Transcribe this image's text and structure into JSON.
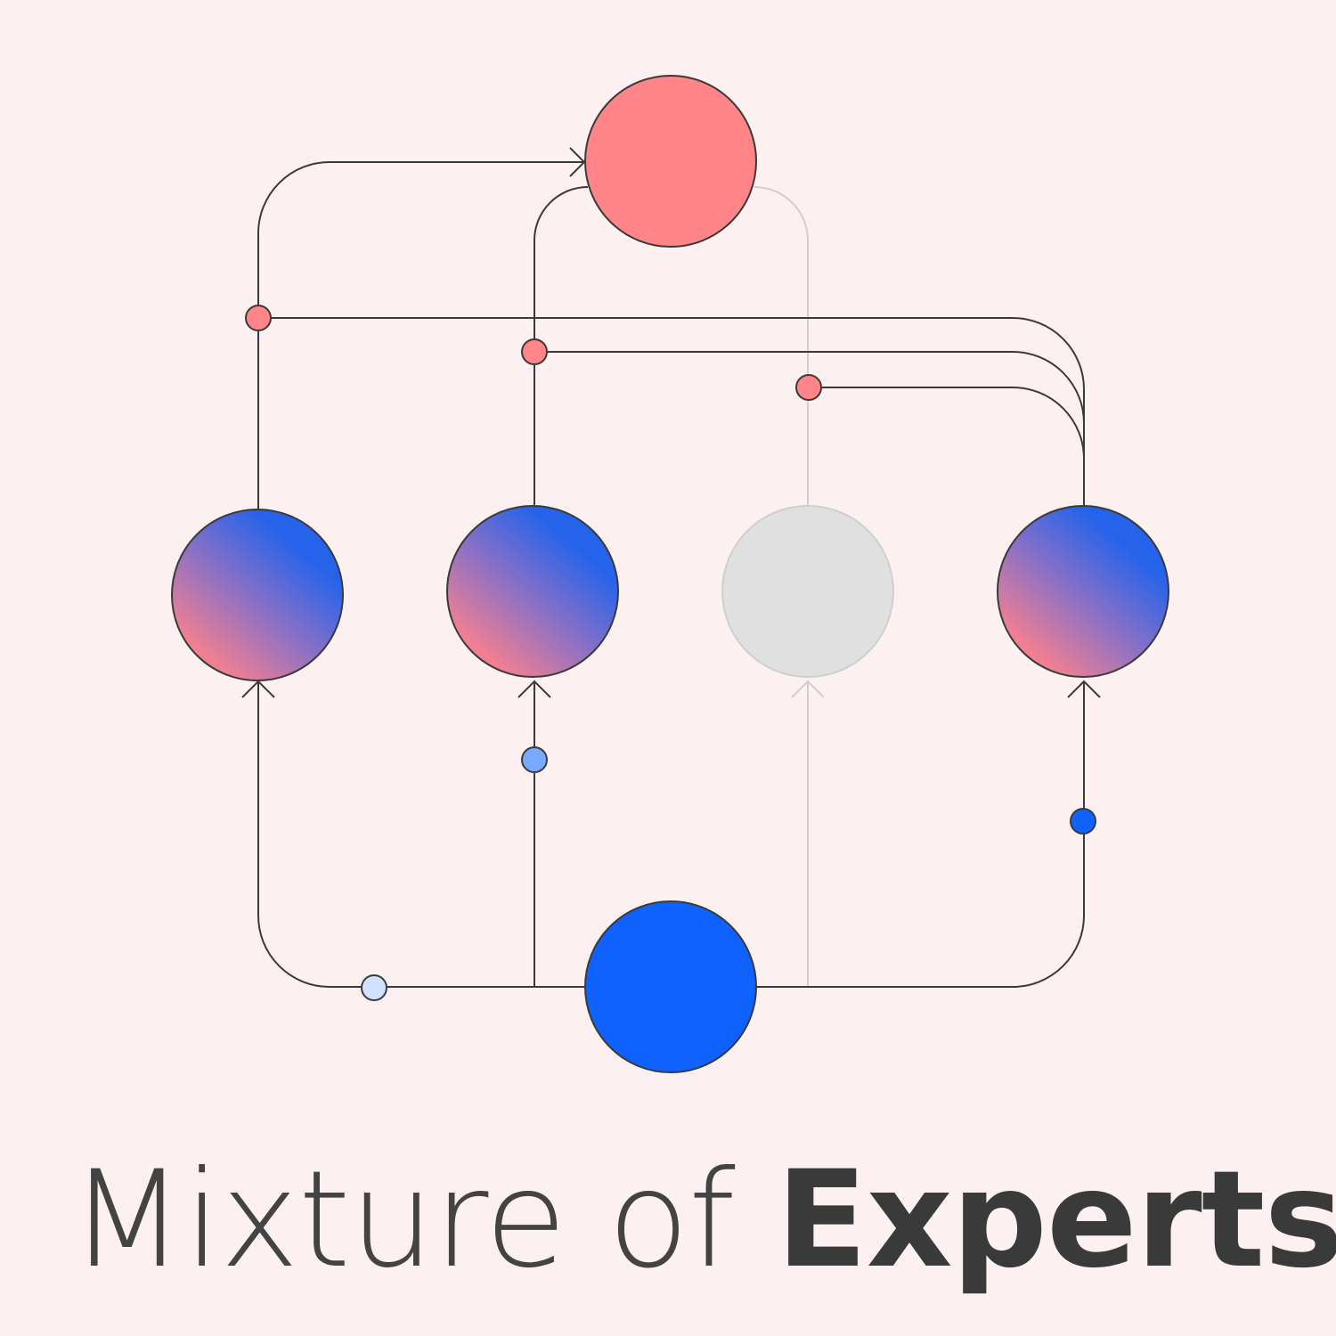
{
  "title": {
    "light": "Mixture of ",
    "bold": "Experts"
  },
  "colors": {
    "background": "#fdf0f0",
    "line": "#3a3a3a",
    "inactive_line": "#cfcfcf",
    "output_node": "#ff8589",
    "input_node": "#0f62fe",
    "inactive_node": "#e0e0e0",
    "expert_gradient_start": "#0f62fe",
    "expert_gradient_end": "#ff8589",
    "gate_light": "#d0e2ff",
    "gate_mid": "#78a9ff",
    "gate_dark": "#0f62fe",
    "gate_output": "#ff8589"
  },
  "diagram": {
    "input_node": {
      "name": "input-node",
      "color": "#0f62fe"
    },
    "output_node": {
      "name": "output-node",
      "color": "#ff8589"
    },
    "experts": [
      {
        "name": "expert-1",
        "active": true
      },
      {
        "name": "expert-2",
        "active": true
      },
      {
        "name": "expert-3",
        "active": false
      },
      {
        "name": "expert-4",
        "active": true
      }
    ]
  }
}
